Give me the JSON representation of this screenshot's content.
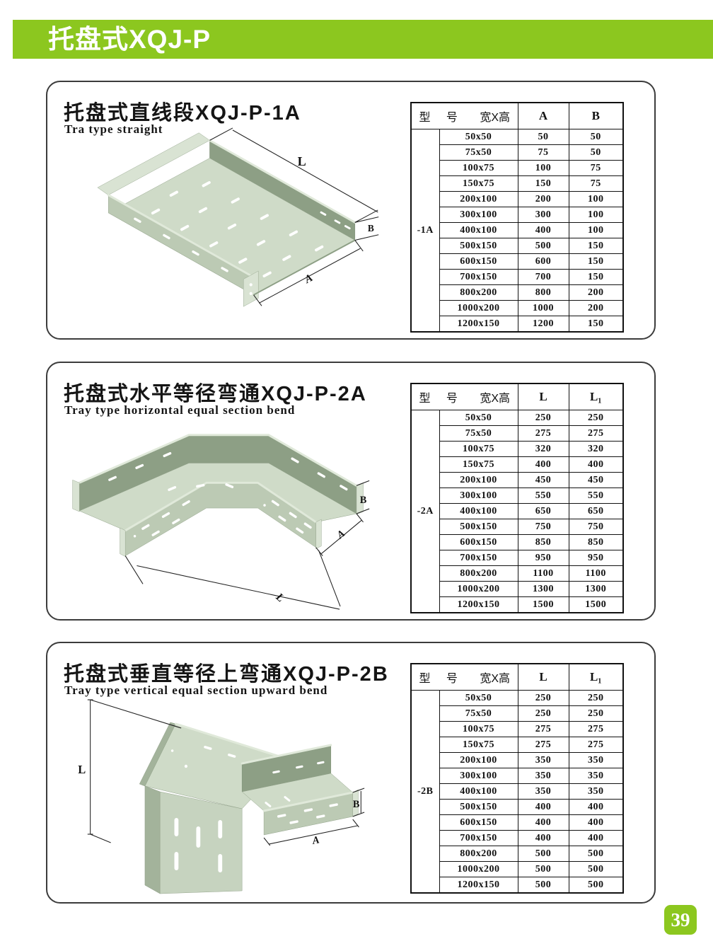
{
  "header": {
    "title": "托盘式XQJ-P"
  },
  "page_number": "39",
  "colors": {
    "accent_green": "#8cc71f",
    "tray_light": "#cfdbc8",
    "tray_dark": "#8d9f85"
  },
  "sections": [
    {
      "title": "托盘式直线段XQJ-P-1A",
      "subtitle": "Tra type straight",
      "model_label": "-1A",
      "dim_labels": {
        "length": "L",
        "width": "A",
        "height": "B"
      },
      "table": {
        "header": {
          "model": "型 号",
          "size": "宽X高",
          "c3": "A",
          "c4": "B"
        },
        "rows": [
          [
            "50x50",
            "50",
            "50"
          ],
          [
            "75x50",
            "75",
            "50"
          ],
          [
            "100x75",
            "100",
            "75"
          ],
          [
            "150x75",
            "150",
            "75"
          ],
          [
            "200x100",
            "200",
            "100"
          ],
          [
            "300x100",
            "300",
            "100"
          ],
          [
            "400x100",
            "400",
            "100"
          ],
          [
            "500x150",
            "500",
            "150"
          ],
          [
            "600x150",
            "600",
            "150"
          ],
          [
            "700x150",
            "700",
            "150"
          ],
          [
            "800x200",
            "800",
            "200"
          ],
          [
            "1000x200",
            "1000",
            "200"
          ],
          [
            "1200x150",
            "1200",
            "150"
          ]
        ]
      }
    },
    {
      "title": "托盘式水平等径弯通XQJ-P-2A",
      "subtitle": "Tray type horizontal equal section bend",
      "model_label": "-2A",
      "dim_labels": {
        "length": "L",
        "width": "A",
        "height": "B"
      },
      "table": {
        "header": {
          "model": "型 号",
          "size": "宽X高",
          "c3": "L",
          "c4": "L₁"
        },
        "rows": [
          [
            "50x50",
            "250",
            "250"
          ],
          [
            "75x50",
            "275",
            "275"
          ],
          [
            "100x75",
            "320",
            "320"
          ],
          [
            "150x75",
            "400",
            "400"
          ],
          [
            "200x100",
            "450",
            "450"
          ],
          [
            "300x100",
            "550",
            "550"
          ],
          [
            "400x100",
            "650",
            "650"
          ],
          [
            "500x150",
            "750",
            "750"
          ],
          [
            "600x150",
            "850",
            "850"
          ],
          [
            "700x150",
            "950",
            "950"
          ],
          [
            "800x200",
            "1100",
            "1100"
          ],
          [
            "1000x200",
            "1300",
            "1300"
          ],
          [
            "1200x150",
            "1500",
            "1500"
          ]
        ]
      }
    },
    {
      "title": "托盘式垂直等径上弯通XQJ-P-2B",
      "subtitle": "Tray type vertical equal section upward bend",
      "model_label": "-2B",
      "dim_labels": {
        "length": "L",
        "width": "A",
        "height": "B"
      },
      "table": {
        "header": {
          "model": "型 号",
          "size": "宽X高",
          "c3": "L",
          "c4": "L₁"
        },
        "rows": [
          [
            "50x50",
            "250",
            "250"
          ],
          [
            "75x50",
            "250",
            "250"
          ],
          [
            "100x75",
            "275",
            "275"
          ],
          [
            "150x75",
            "275",
            "275"
          ],
          [
            "200x100",
            "350",
            "350"
          ],
          [
            "300x100",
            "350",
            "350"
          ],
          [
            "400x100",
            "350",
            "350"
          ],
          [
            "500x150",
            "400",
            "400"
          ],
          [
            "600x150",
            "400",
            "400"
          ],
          [
            "700x150",
            "400",
            "400"
          ],
          [
            "800x200",
            "500",
            "500"
          ],
          [
            "1000x200",
            "500",
            "500"
          ],
          [
            "1200x150",
            "500",
            "500"
          ]
        ]
      }
    }
  ]
}
